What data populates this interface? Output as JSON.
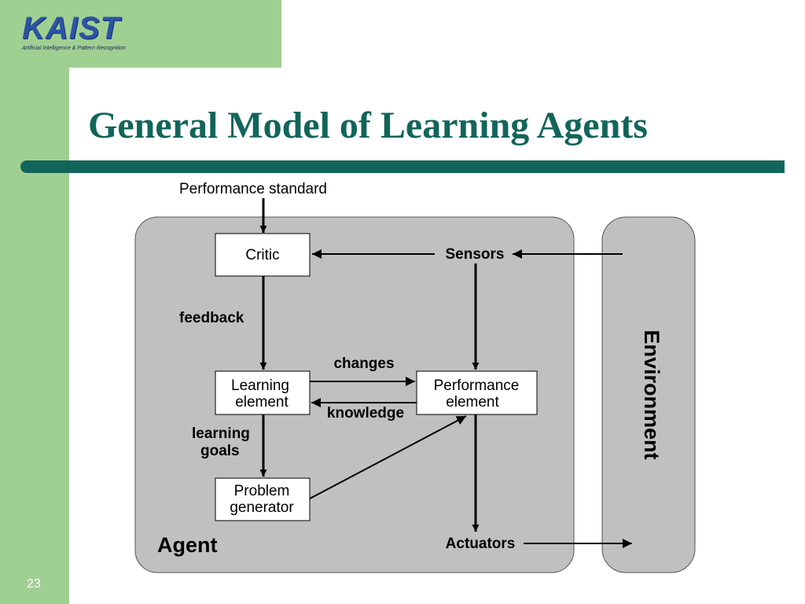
{
  "logo": {
    "text": "KAIST",
    "subtitle": "Artificial Intelligence & Pattern Recognition"
  },
  "slide": {
    "title": "General Model of Learning Agents",
    "page_number": "23"
  },
  "diagram": {
    "performance_standard": "Performance standard",
    "critic": "Critic",
    "sensors": "Sensors",
    "feedback": "feedback",
    "changes": "changes",
    "knowledge": "knowledge",
    "learning_element": [
      "Learning",
      "element"
    ],
    "performance_element": [
      "Performance",
      "element"
    ],
    "learning_goals": [
      "learning",
      "goals"
    ],
    "problem_generator": [
      "Problem",
      "generator"
    ],
    "agent": "Agent",
    "actuators": "Actuators",
    "environment": "Environment"
  },
  "colors": {
    "accent": "#12655a",
    "sidebar": "#a0cf92",
    "logo": "#2b53a4",
    "panel": "#c0c0c0"
  }
}
